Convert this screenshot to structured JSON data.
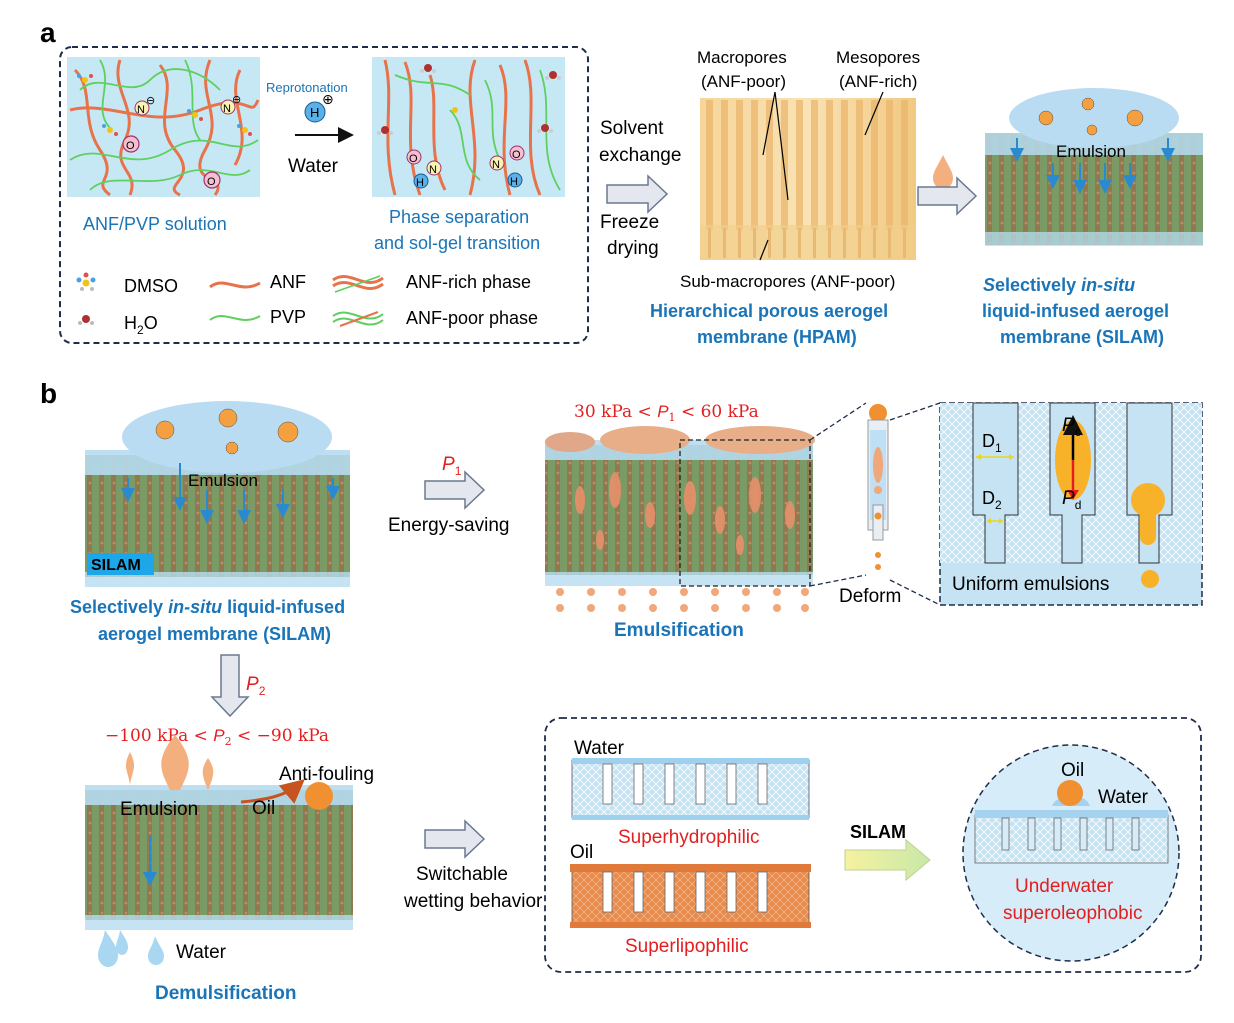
{
  "panel_a": {
    "label": "a",
    "reprotonation": "Reprotonation",
    "h_plus": "H",
    "h_plus_sup": "⊕",
    "water": "Water",
    "solution_caption": "ANF/PVP  solution",
    "phase_caption_1": "Phase separation",
    "phase_caption_2": "and sol-gel transition",
    "atom_n": "N",
    "atom_n_sup": "⊖",
    "atom_o": "O",
    "atom_h": "H",
    "legend": {
      "dmso": "DMSO",
      "h2o_h": "H",
      "h2o_sub": "2",
      "h2o_o": "O",
      "anf": "ANF",
      "pvp": "PVP",
      "anf_rich": "ANF-rich phase",
      "anf_poor": "ANF-poor phase"
    },
    "solvent_exchange_1": "Solvent",
    "solvent_exchange_2": "exchange",
    "freeze_drying_1": "Freeze",
    "freeze_drying_2": "drying",
    "macropores_1": "Macropores",
    "macropores_2": "(ANF-poor)",
    "mesopores_1": "Mesopores",
    "mesopores_2": "(ANF-rich)",
    "submacropores": "Sub-macropores (ANF-poor)",
    "hpam_1": "Hierarchical  porous  aerogel",
    "hpam_2": "membrane  (HPAM)",
    "emulsion": "Emulsion",
    "silam_1a": "S",
    "silam_1b": "electively  ",
    "silam_1c": "in-situ",
    "silam_2": "liquid-infused  aerogel",
    "silam_3": "membrane  (SILAM)"
  },
  "panel_b": {
    "label": "b",
    "emulsion": "Emulsion",
    "silam_tag": "SILAM",
    "silam_caption_1a": "Selectively  ",
    "silam_caption_1b": "in-situ",
    "silam_caption_1c": " liquid-infused",
    "silam_caption_2": "aerogel membrane (SILAM)",
    "p1": "P",
    "p1_sub": "1",
    "energy_saving": "Energy-saving",
    "p1_range_left": "30 kPa < ",
    "p1_range_right": " < 60 kPa",
    "emulsification": "Emulsification",
    "deform": "Deform",
    "d1": "D",
    "d1_sub": "1",
    "d2": "D",
    "d2_sub": "2",
    "pc": "P",
    "pc_sub": "c",
    "pd": "P",
    "pd_sub": "d",
    "uniform": "Uniform emulsions",
    "p2": "P",
    "p2_sub": "2",
    "p2_range_left": "−100 kPa < ",
    "p2_range_right": " < −90 kPa",
    "emulsion2": "Emulsion",
    "oil": "Oil",
    "anti_fouling": "Anti-fouling",
    "water": "Water",
    "demulsification": "Demulsification",
    "switchable_1": "Switchable",
    "switchable_2": "wetting behavior",
    "water_label": "Water",
    "superhydrophilic": "Superhydrophilic",
    "oil_label": "Oil",
    "superlipophilic": "Superlipophilic",
    "silam_arrow": "SILAM",
    "circle_oil": "Oil",
    "circle_water": "Water",
    "underwater_1": "Underwater",
    "underwater_2": "superoleophobic"
  },
  "colors": {
    "blue_text": "#1a74b8",
    "red_text": "#e41e1e",
    "anf": "#e8734a",
    "pvp": "#5fcf5f",
    "solution_bg": "#c6e8f5",
    "dashed": "#1f2d4a",
    "oil": "#f0a040"
  }
}
